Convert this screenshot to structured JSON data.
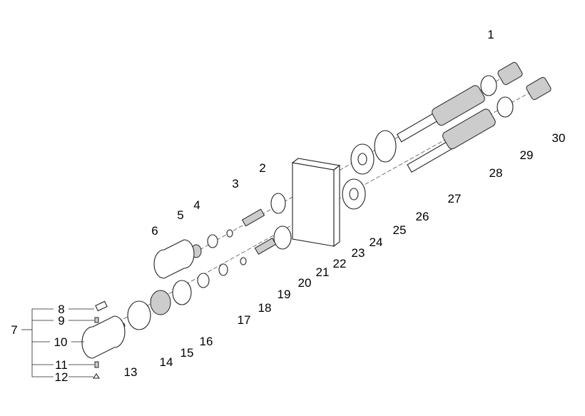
{
  "title": "Exploded parts diagram",
  "part_numbers": [
    "1",
    "2",
    "3",
    "4",
    "5",
    "6",
    "7",
    "8",
    "9",
    "10",
    "11",
    "12",
    "13",
    "14",
    "15",
    "16",
    "17",
    "18",
    "19",
    "20",
    "21",
    "22",
    "23",
    "24",
    "25",
    "26",
    "27",
    "28",
    "29",
    "30"
  ],
  "group_label": "7"
}
